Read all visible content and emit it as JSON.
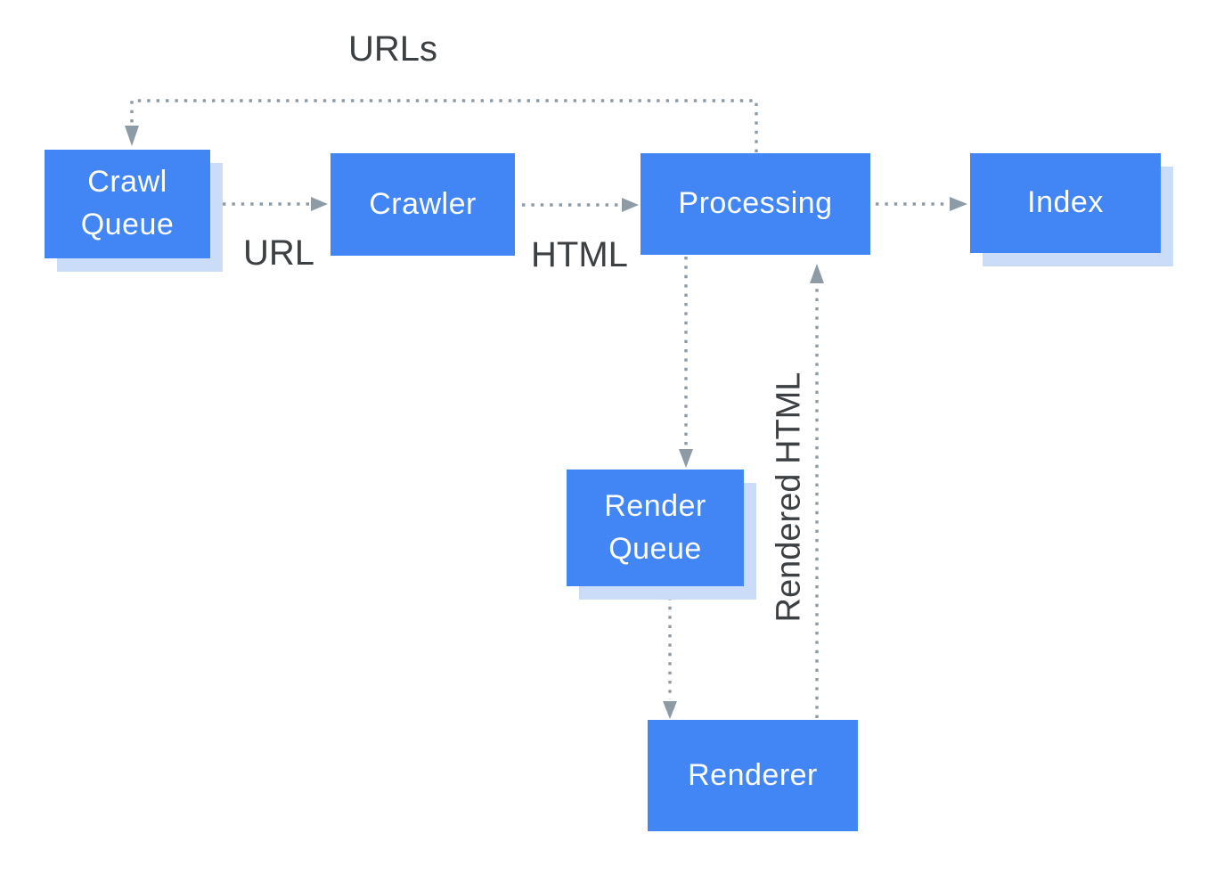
{
  "diagram": {
    "name": "crawl-render-index-pipeline"
  },
  "colors": {
    "background": "#ffffff",
    "box_fill": "#4285f4",
    "box_text": "#ffffff",
    "box_shadow": "#cbdcf9",
    "arrow": "#8d9ba6",
    "label_text": "#3c4043"
  },
  "nodes": [
    {
      "id": "crawl-queue",
      "label": "Crawl\nQueue"
    },
    {
      "id": "crawler",
      "label": "Crawler"
    },
    {
      "id": "processing",
      "label": "Processing"
    },
    {
      "id": "index",
      "label": "Index"
    },
    {
      "id": "render-queue",
      "label": "Render\nQueue"
    },
    {
      "id": "renderer",
      "label": "Renderer"
    }
  ],
  "edges": [
    {
      "from": "crawl-queue",
      "to": "crawler",
      "label": "URL",
      "style": "dotted"
    },
    {
      "from": "crawler",
      "to": "processing",
      "label": "HTML",
      "style": "dotted"
    },
    {
      "from": "processing",
      "to": "index",
      "label": "",
      "style": "dotted"
    },
    {
      "from": "processing",
      "to": "crawl-queue",
      "label": "URLs",
      "style": "dotted"
    },
    {
      "from": "processing",
      "to": "render-queue",
      "label": "",
      "style": "dotted"
    },
    {
      "from": "render-queue",
      "to": "renderer",
      "label": "",
      "style": "dotted"
    },
    {
      "from": "renderer",
      "to": "processing",
      "label": "Rendered HTML",
      "style": "dotted"
    }
  ]
}
